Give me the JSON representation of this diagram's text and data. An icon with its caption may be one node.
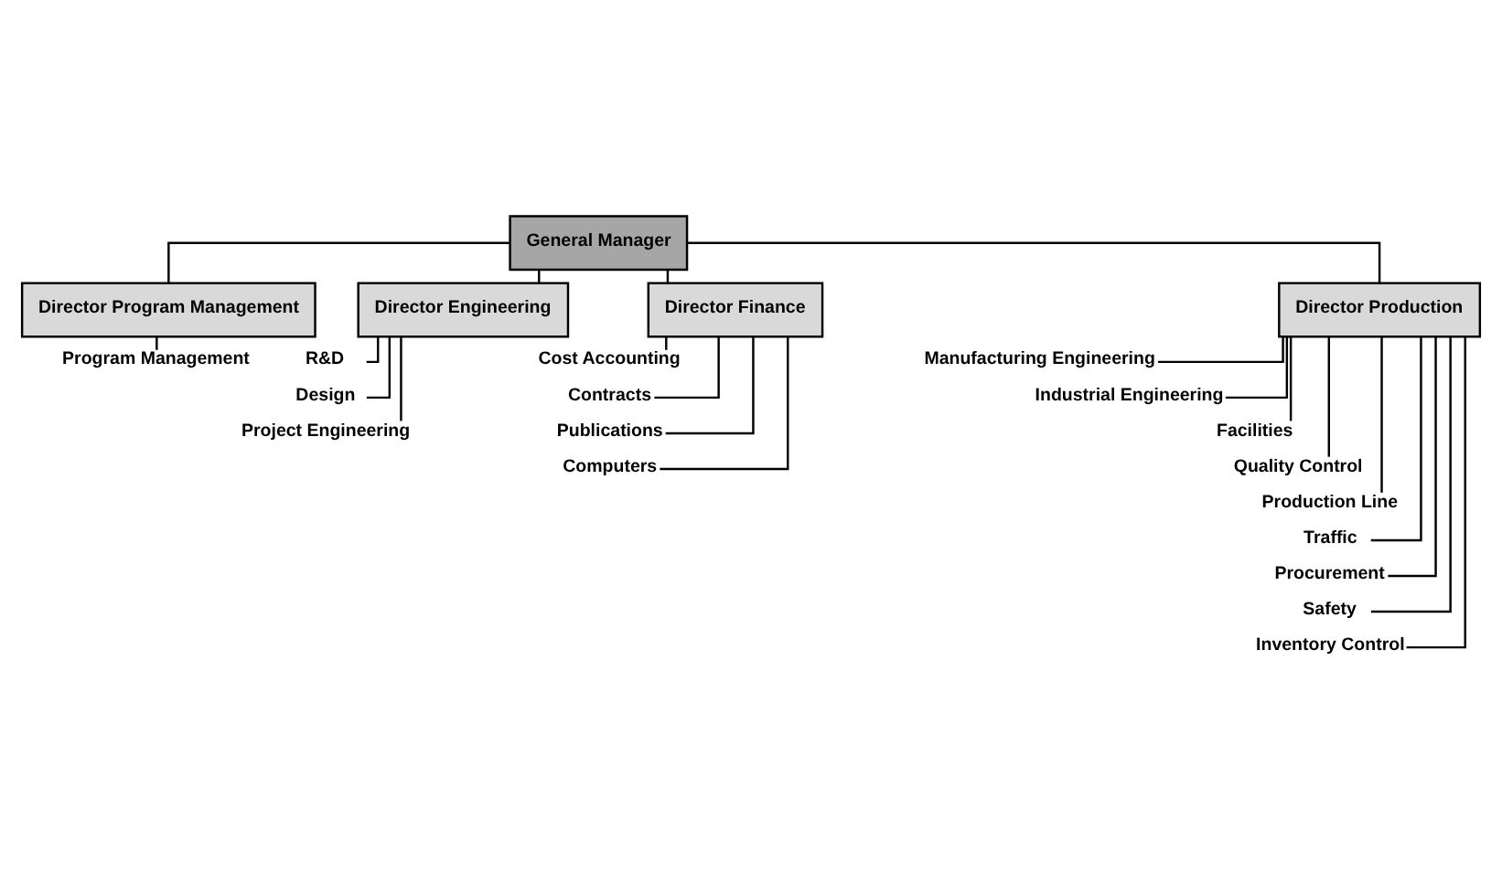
{
  "diagram": {
    "nodes": [
      {
        "text": [
          "General Manager"
        ]
      },
      {
        "text": [
          "Director Program Management"
        ]
      },
      {
        "text": [
          "Director Engineering"
        ]
      },
      {
        "text": [
          "Director Finance"
        ]
      },
      {
        "text": [
          "Director Production"
        ]
      },
      {
        "text": [
          "Program Management"
        ]
      },
      {
        "text": [
          "R&D"
        ]
      },
      {
        "text": [
          "Design"
        ]
      },
      {
        "text": [
          "Project Engineering"
        ]
      },
      {
        "text": [
          "Cost Accounting"
        ]
      },
      {
        "text": [
          "Contracts"
        ]
      },
      {
        "text": [
          "Publications"
        ]
      },
      {
        "text": [
          "Computers"
        ]
      },
      {
        "text": [
          "Manufacturing Engineering"
        ]
      },
      {
        "text": [
          "Industrial Engineering"
        ]
      },
      {
        "text": [
          "Facilities"
        ]
      },
      {
        "text": [
          "Quality Control"
        ]
      },
      {
        "text": [
          "Production Line"
        ]
      },
      {
        "text": [
          "Traffic"
        ]
      },
      {
        "text": [
          "Procurement"
        ]
      },
      {
        "text": [
          "Safety"
        ]
      },
      {
        "text": [
          "Inventory Control"
        ]
      }
    ],
    "edges": [
      {
        "from": 0,
        "to": 1,
        "arrow": "none"
      },
      {
        "from": 0,
        "to": 2,
        "arrow": "none"
      },
      {
        "from": 0,
        "to": 3,
        "arrow": "none"
      },
      {
        "from": 0,
        "to": 4,
        "arrow": "none"
      },
      {
        "from": 1,
        "to": 5,
        "arrow": "none"
      },
      {
        "from": 2,
        "to": 6,
        "arrow": "none"
      },
      {
        "from": 2,
        "to": 7,
        "arrow": "none"
      },
      {
        "from": 2,
        "to": 8,
        "arrow": "none"
      },
      {
        "from": 3,
        "to": 9,
        "arrow": "none"
      },
      {
        "from": 3,
        "to": 10,
        "arrow": "none"
      },
      {
        "from": 3,
        "to": 11,
        "arrow": "none"
      },
      {
        "from": 3,
        "to": 12,
        "arrow": "none"
      },
      {
        "from": 4,
        "to": 13,
        "arrow": "none"
      },
      {
        "from": 4,
        "to": 14,
        "arrow": "none"
      },
      {
        "from": 4,
        "to": 15,
        "arrow": "none"
      },
      {
        "from": 4,
        "to": 16,
        "arrow": "none"
      },
      {
        "from": 4,
        "to": 17,
        "arrow": "none"
      },
      {
        "from": 4,
        "to": 18,
        "arrow": "none"
      },
      {
        "from": 4,
        "to": 19,
        "arrow": "none"
      },
      {
        "from": 4,
        "to": 20,
        "arrow": "none"
      },
      {
        "from": 4,
        "to": 21,
        "arrow": "none"
      }
    ]
  }
}
